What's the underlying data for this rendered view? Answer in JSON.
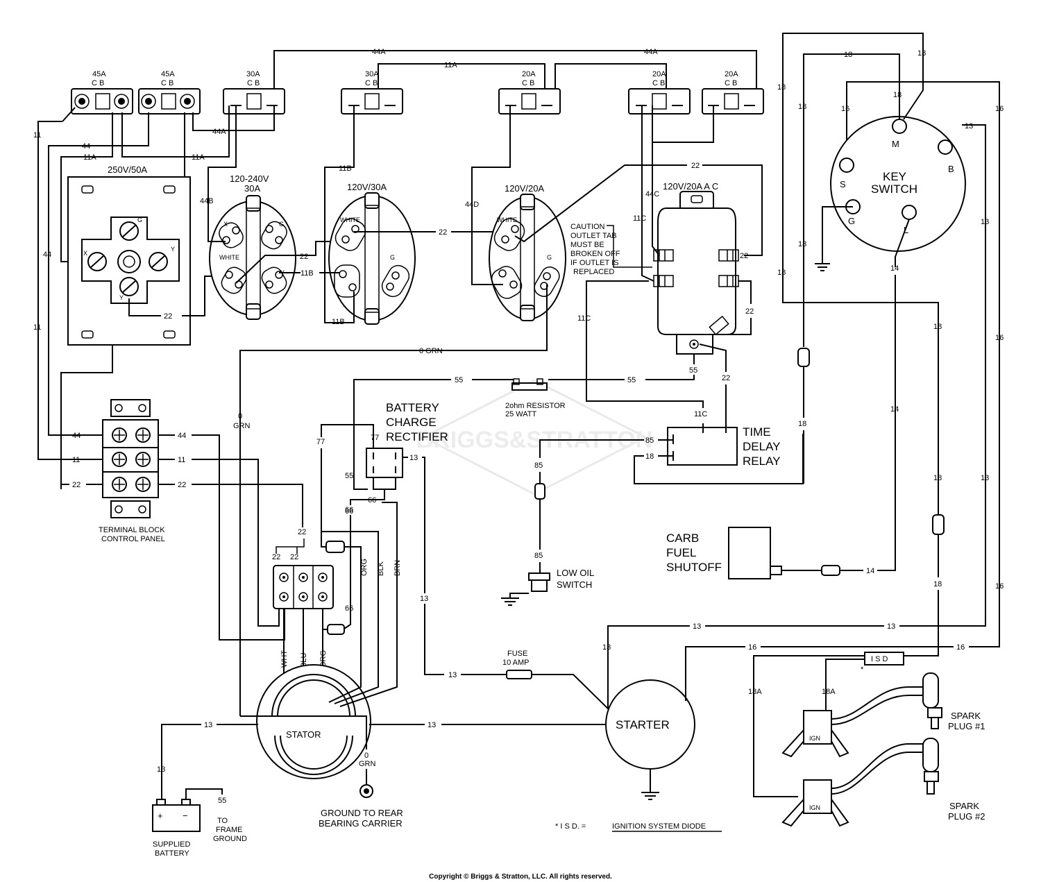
{
  "breakers": {
    "b45a_1": {
      "amp": "45A",
      "cb": "C B"
    },
    "b45a_2": {
      "amp": "45A",
      "cb": "C B"
    },
    "b30a_1": {
      "amp": "30A",
      "cb": "C B"
    },
    "b30a_2": {
      "amp": "30A",
      "cb": "C B"
    },
    "b20a_1": {
      "amp": "20A",
      "cb": "C B"
    },
    "b20a_2": {
      "amp": "20A",
      "cb": "C B"
    },
    "b20a_3": {
      "amp": "20A",
      "cb": "C B"
    }
  },
  "outlets": {
    "o250": {
      "title": "250V/50A",
      "x": "X",
      "y": "Y",
      "g": "G",
      "y2": "Y"
    },
    "o120_240": {
      "title1": "120-240V",
      "title2": "30A",
      "x": "X",
      "g": "G",
      "white": "WHITE",
      "y": "Y"
    },
    "o120_30": {
      "title": "120V/30A",
      "white": "WHITE",
      "g": "G"
    },
    "o120_20": {
      "title": "120V/20A",
      "white": "WHITE",
      "g": "G"
    },
    "o120_20ac": {
      "title": "120V/20A  A C"
    }
  },
  "key_switch": {
    "title1": "KEY",
    "title2": "SWITCH",
    "m": "M",
    "b": "B",
    "s": "S",
    "g": "G",
    "l": "L"
  },
  "caution": {
    "l1": "CAUTION",
    "l2": "OUTLET TAB",
    "l3": "MUST BE",
    "l4": "BROKEN OFF",
    "l5": "IF OUTLET IS",
    "l6": "REPLACED"
  },
  "resistor": {
    "l1": "2ohm RESISTOR",
    "l2": "25 WATT"
  },
  "rectifier": {
    "l1": "BATTERY",
    "l2": "CHARGE",
    "l3": "RECTIFIER"
  },
  "time_delay": {
    "l1": "TIME",
    "l2": "DELAY",
    "l3": "RELAY"
  },
  "terminal_block": {
    "l1": "TERMINAL BLOCK",
    "l2": "CONTROL PANEL"
  },
  "low_oil": {
    "l1": "LOW OIL",
    "l2": "SWITCH"
  },
  "carb": {
    "l1": "CARB",
    "l2": "FUEL",
    "l3": "SHUTOFF"
  },
  "fuse": {
    "l1": "FUSE",
    "l2": "10 AMP"
  },
  "stator": {
    "label": "STATOR",
    "wht": "WHT",
    "blu": "BLU",
    "org": "ORG"
  },
  "starter": {
    "label": "STARTER"
  },
  "ground": {
    "l1": "GROUND TO REAR",
    "l2": "BEARING CARRIER"
  },
  "battery": {
    "l1": "SUPPLIED",
    "l2": "BATTERY",
    "frame1": "TO",
    "frame2": "FRAME",
    "frame3": "GROUND",
    "plus": "+",
    "minus": "−"
  },
  "spark1": {
    "l1": "SPARK",
    "l2": "PLUG #1"
  },
  "spark2": {
    "l1": "SPARK",
    "l2": "PLUG #2"
  },
  "isd": {
    "box": "I S D",
    "star": "*",
    "legend_prefix": "* I S D. = ",
    "legend": "IGNITION SYSTEM DIODE"
  },
  "ign": {
    "label": "IGN"
  },
  "copyright": "Copyright © Briggs & Stratton, LLC. All rights reserved.",
  "watermark": "BRIGGS&STRATTON",
  "wires": {
    "w44A": "44A",
    "w11A": "11A",
    "w11": "11",
    "w44": "44",
    "w44B": "44B",
    "w11B": "11B",
    "w44D": "44D",
    "w44C": "44C",
    "w11C": "11C",
    "w22": "22",
    "w18": "18",
    "w16": "16",
    "w13": "13",
    "w14": "14",
    "w0grn": "0 GRN",
    "w0": "0",
    "wgrn": "GRN",
    "w55": "55",
    "w77": "77",
    "w66": "66",
    "w85": "85",
    "wORG": "ORG",
    "wBLK": "BLK",
    "wBRN": "BRN",
    "w18A": "18A"
  }
}
